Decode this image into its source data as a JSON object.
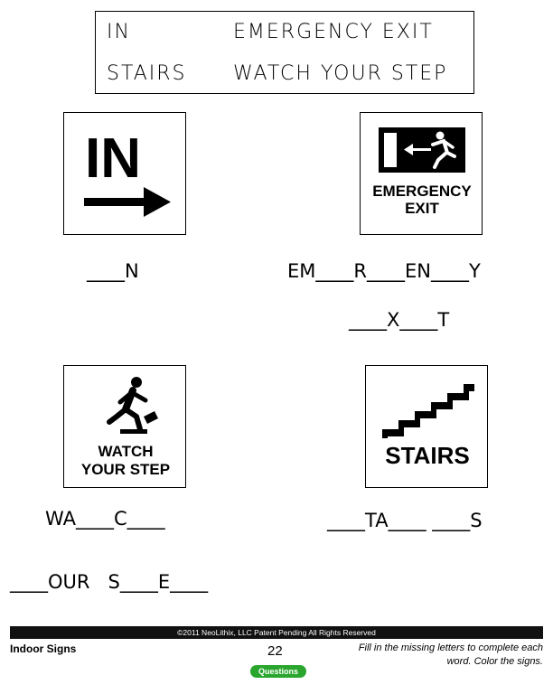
{
  "word_bank": {
    "w1": "IN",
    "w2": "EMERGENCY EXIT",
    "w3": "STAIRS",
    "w4": "WATCH YOUR STEP"
  },
  "signs": {
    "in": {
      "text": "IN",
      "icon": "arrow-right-icon"
    },
    "emergency_exit": {
      "line1": "EMERGENCY",
      "line2": "EXIT",
      "icon": "running-man-exit-icon"
    },
    "watch_step": {
      "line1": "WATCH",
      "line2": "YOUR STEP",
      "icon": "tripping-person-icon"
    },
    "stairs": {
      "text": "STAIRS",
      "icon": "staircase-icon"
    }
  },
  "puzzles": {
    "in": "____N",
    "emergency_1": "EM____R____EN____Y",
    "emergency_2": "____X____T",
    "watch_1": "WA____C____",
    "watch_2": "____OUR   S____E____",
    "stairs": "____TA____ ____S"
  },
  "footer": {
    "copyright": "©2011  NeoLithix, LLC  Patent Pending  All Rights Reserved",
    "title": "Indoor Signs",
    "page": "22",
    "button": "Questions",
    "instructions": "Fill in the missing letters to complete each word. Color the signs.",
    "button_color": "#2aa52e"
  }
}
